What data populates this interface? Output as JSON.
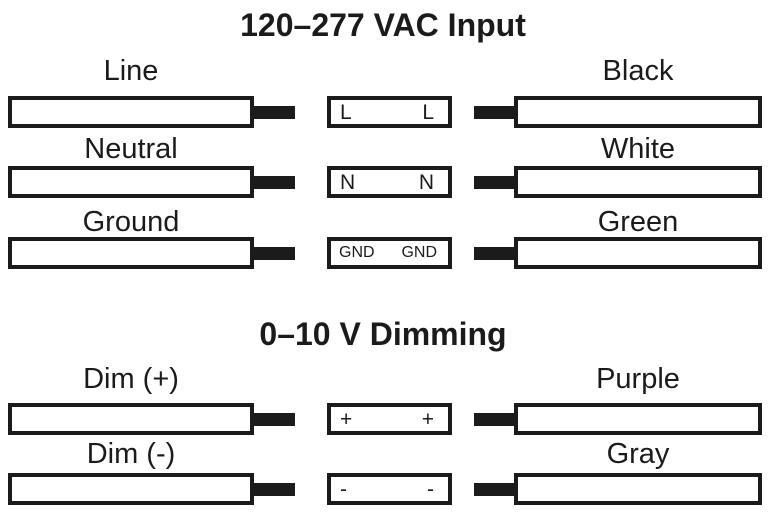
{
  "page": {
    "background": "#ffffff",
    "ink": "#1b1b1b"
  },
  "sections": [
    {
      "title": "120–277 VAC Input",
      "rows": [
        {
          "left_label": "Line",
          "terminal_left": "L",
          "terminal_right": "L",
          "right_label": "Black"
        },
        {
          "left_label": "Neutral",
          "terminal_left": "N",
          "terminal_right": "N",
          "right_label": "White"
        },
        {
          "left_label": "Ground",
          "terminal_left": "GND",
          "terminal_right": "GND",
          "right_label": "Green"
        }
      ]
    },
    {
      "title": "0–10 V Dimming",
      "rows": [
        {
          "left_label": "Dim (+)",
          "terminal_left": "+",
          "terminal_right": "+",
          "right_label": "Purple"
        },
        {
          "left_label": "Dim (-)",
          "terminal_left": "-",
          "terminal_right": "-",
          "right_label": "Gray"
        }
      ]
    }
  ]
}
